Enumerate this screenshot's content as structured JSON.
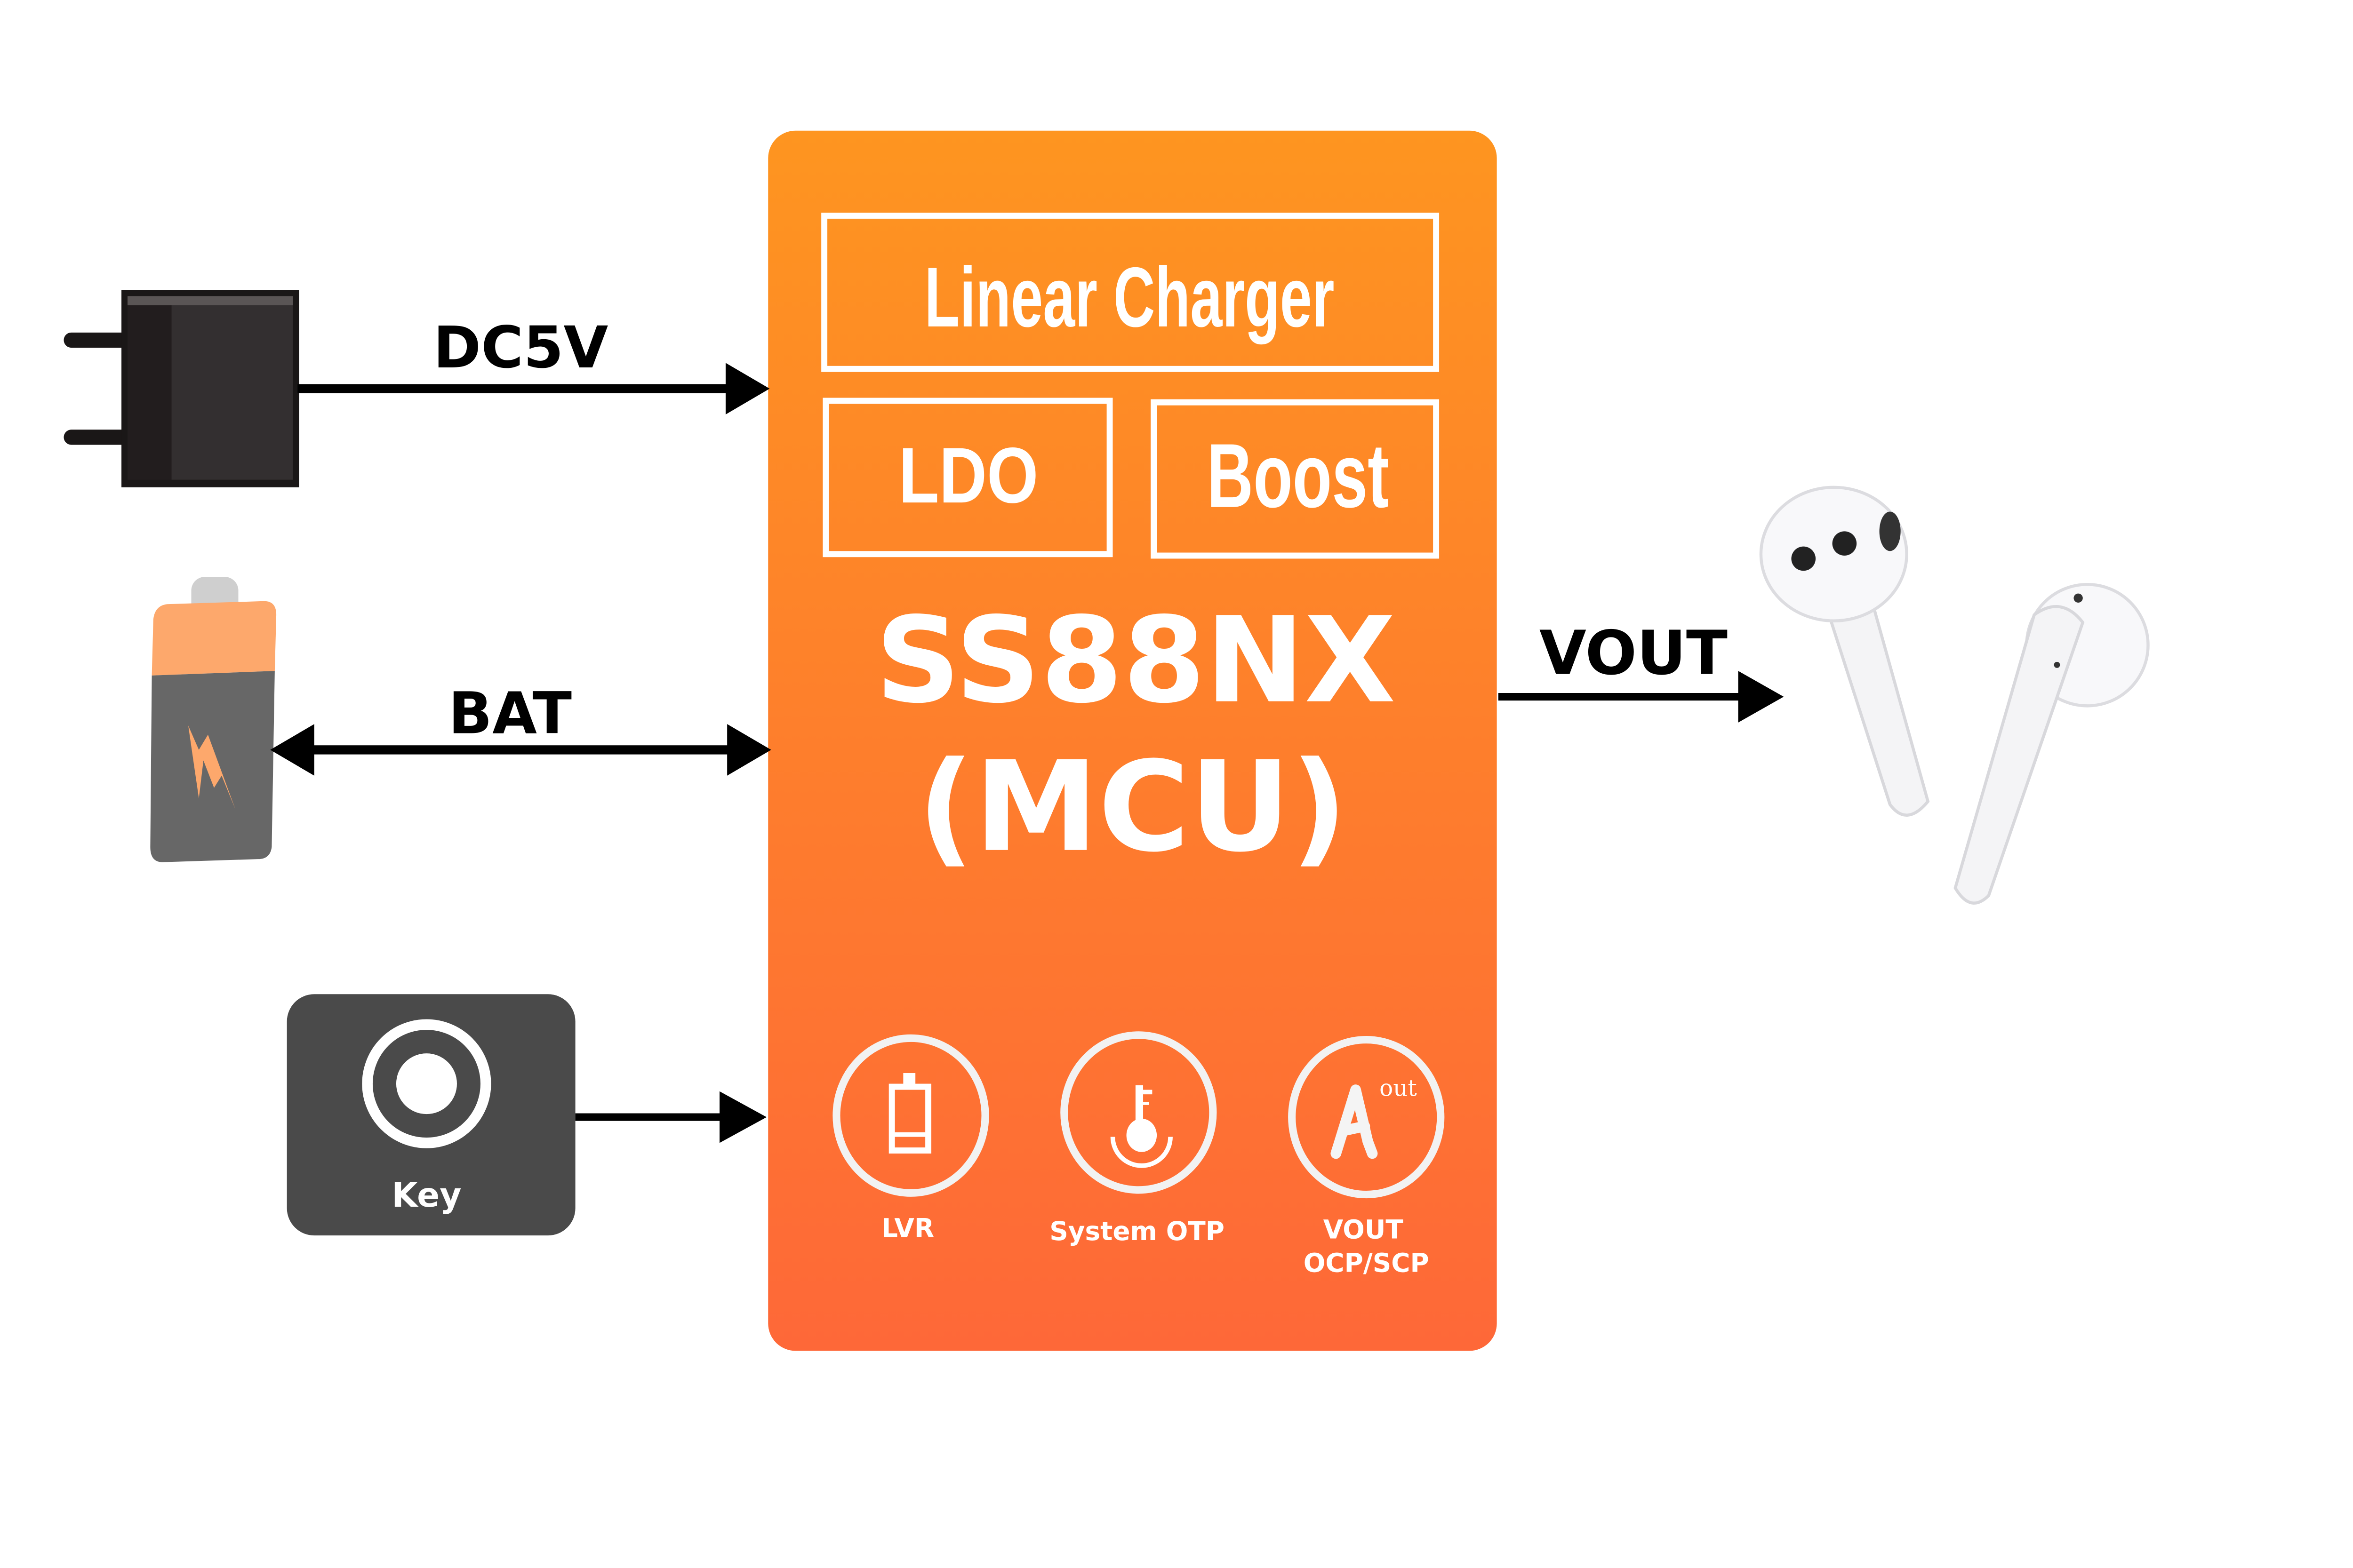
{
  "chip": {
    "name": "SS88NX",
    "subtitle": "(MCU)",
    "blocks": {
      "linear_charger": "Linear Charger",
      "ldo": "LDO",
      "boost": "Boost"
    },
    "features": [
      {
        "label": "LVR",
        "icon": "battery-low-icon"
      },
      {
        "label": "System OTP",
        "icon": "thermometer-icon"
      },
      {
        "label_line1": "VOUT",
        "label_line2": "OCP/SCP",
        "icon": "current-out-icon",
        "icon_text": "out"
      }
    ]
  },
  "inputs": {
    "dc": "DC5V",
    "bat": "BAT",
    "key": "Key"
  },
  "output": {
    "vout": "VOUT"
  },
  "colors": {
    "chip_top": "#FE9520",
    "chip_bottom": "#FE6838",
    "battery_top": "#FDA86C",
    "battery_body": "#676767",
    "key_bg": "#4A4A4A",
    "adapter": "#332F30"
  }
}
